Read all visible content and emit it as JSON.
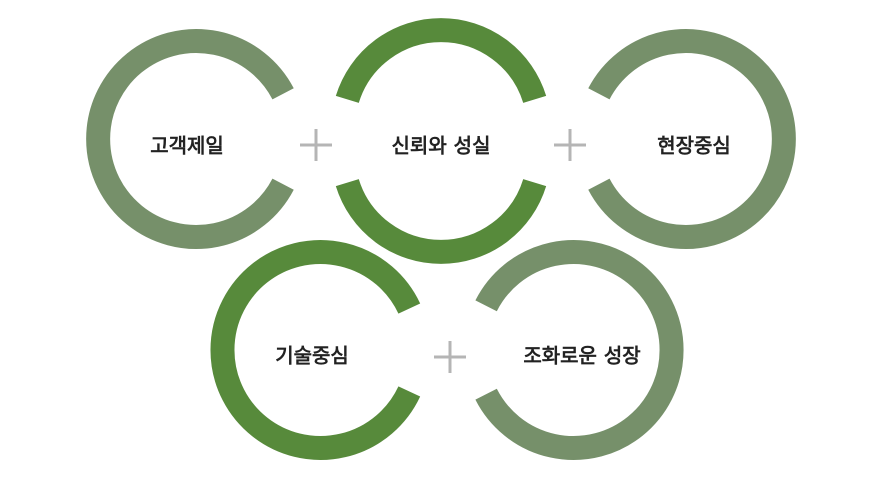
{
  "colors": {
    "ring_light": "#76906a",
    "ring_dark": "#578a3b",
    "plus": "#b5b5b5",
    "label_text": "#222222",
    "background": "#ffffff"
  },
  "rings": [
    {
      "label": "고객제일",
      "tone": "light"
    },
    {
      "label": "신뢰와 성실",
      "tone": "dark"
    },
    {
      "label": "현장중심",
      "tone": "light"
    },
    {
      "label": "기술중심",
      "tone": "dark"
    },
    {
      "label": "조화로운 성장",
      "tone": "light"
    }
  ],
  "connectors": [
    {
      "symbol": "plus"
    },
    {
      "symbol": "plus"
    },
    {
      "symbol": "plus"
    }
  ]
}
